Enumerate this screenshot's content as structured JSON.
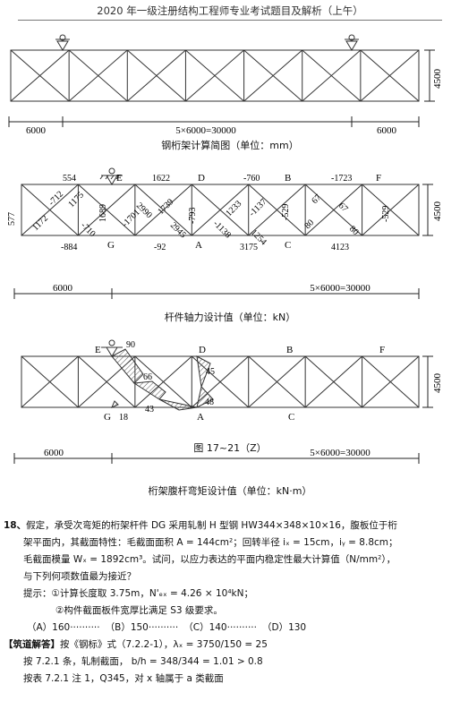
{
  "header": {
    "title": "2020 年一级注册结构工程师专业考试题目及解析（上午）"
  },
  "fig1": {
    "dim_height": "4500",
    "dim_left": "6000",
    "dim_mid": "5×6000=30000",
    "dim_right": "6000",
    "caption": "钢桁架计算简图（单位：mm）"
  },
  "fig2": {
    "top_forces": [
      "554",
      "1622",
      "-760",
      "-1723"
    ],
    "bottom_forces": [
      "-884",
      "-92",
      "3175",
      "4123"
    ],
    "web_forces": [
      "-712",
      "1175",
      "-710",
      "1172",
      "577",
      "1689",
      "2990",
      "-1701",
      "1739",
      "2945",
      "-793",
      "1233",
      "-1137",
      "-1138",
      "1254",
      "-529",
      "67",
      "67",
      "80",
      "80",
      "-529"
    ],
    "nodes": {
      "E": "E",
      "D": "D",
      "B": "B",
      "F": "F",
      "G": "G",
      "A": "A",
      "C": "C"
    },
    "dim_height": "4500",
    "dim_left": "6000",
    "dim_mid": "5×6000=30000",
    "caption": "杆件轴力设计值（单位：kN）"
  },
  "fig3": {
    "moments": [
      "90",
      "66",
      "45",
      "43",
      "48",
      "18"
    ],
    "nodes": {
      "E": "E",
      "D": "D",
      "B": "B",
      "F": "F",
      "G": "G",
      "A": "A",
      "C": "C"
    },
    "dim_height": "4500",
    "dim_left": "6000",
    "dim_mid": "5×6000=30000",
    "figure_no": "图 17~21（Z）",
    "caption": "桁架腹杆弯矩设计值（单位：kN·m）"
  },
  "question": {
    "number": "18、",
    "line1": "假定，承受次弯矩的桁架杆件 DG 采用轧制 H 型钢 HW344×348×10×16，腹板位于桁",
    "line2": "架平面内，其截面特性：毛截面面积 A = 144cm²；回转半径 iₓ = 15cm，iᵧ = 8.8cm；",
    "line3": "毛截面模量 Wₓ = 1892cm³。试问，以应力表达的平面内稳定性最大计算值（N/mm²），",
    "line4": "与下列何项数值最为接近？",
    "hint1": "提示：①计算长度取 3.75m，N'ₑₓ = 4.26 × 10⁴kN；",
    "hint2": "②构件截面板件宽厚比满足 S3 级要求。",
    "options": [
      "（A）160··········",
      "（B）150··········",
      "（C）140··········",
      "（D）130"
    ]
  },
  "solution": {
    "title": "【筑道解答】",
    "line1": "按《钢标》式（7.2.2-1），λₓ = 3750/150 = 25",
    "line2": "按 7.2.1 条，轧制截面， b/h = 348/344 = 1.01 > 0.8",
    "line3": "按表 7.2.1 注 1，Q345，对 x 轴属于 a 类截面"
  }
}
